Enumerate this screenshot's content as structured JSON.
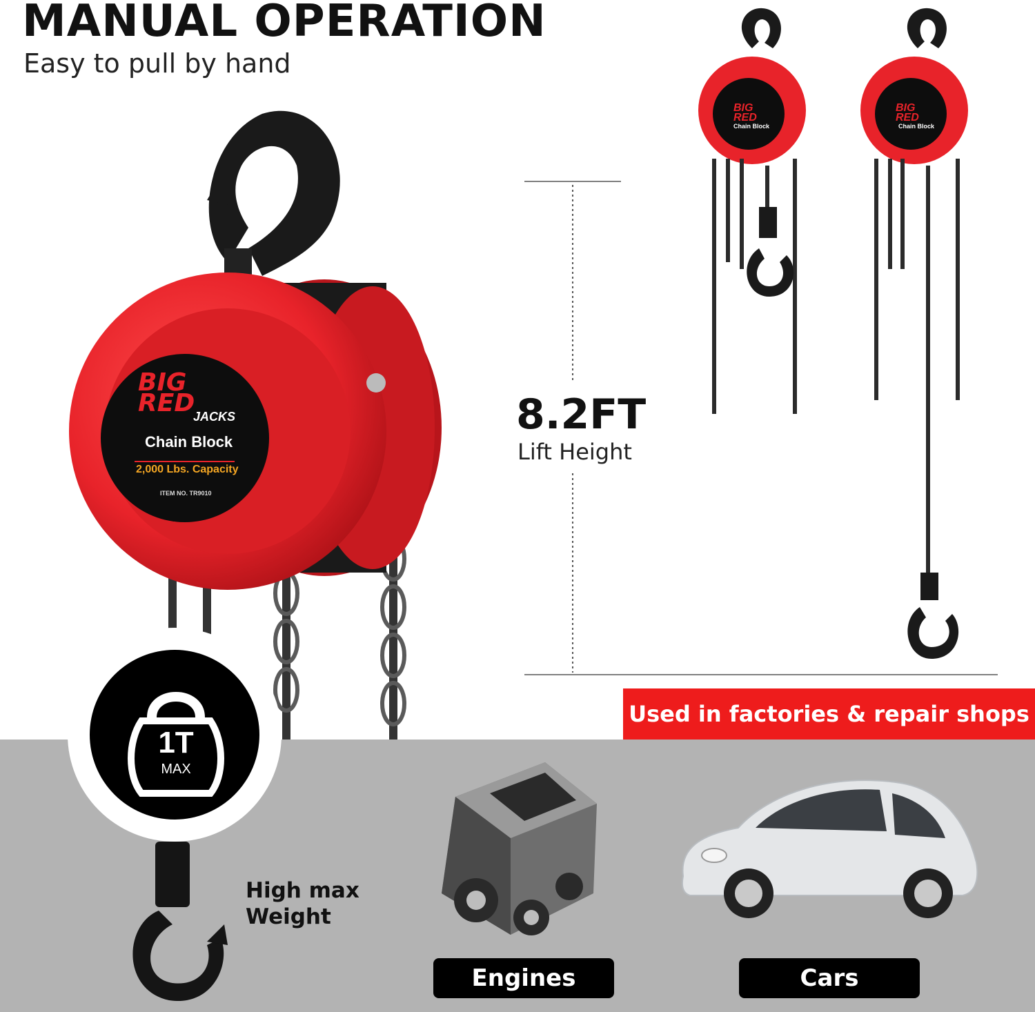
{
  "header": {
    "title": "MANUAL OPERATION",
    "subtitle": "Easy to pull by hand"
  },
  "lift": {
    "value": "8.2FT",
    "label": "Lift Height"
  },
  "usage_banner": "Used in factories & repair shops",
  "capacity_badge": {
    "value": "1T",
    "unit": "MAX"
  },
  "weight_caption": {
    "line1": "High max",
    "line2": "Weight"
  },
  "applications": {
    "engines": "Engines",
    "cars": "Cars"
  },
  "label_plate": {
    "brand_line1": "BIG",
    "brand_line2": "RED",
    "brand_line3": "JACKS",
    "product": "Chain Block",
    "capacity": "2,000 Lbs. Capacity",
    "item": "ITEM NO. TR9010"
  },
  "colors": {
    "brand_red": "#ee1c1c",
    "hoist_red": "#e8232a",
    "band_gray": "#b3b3b3"
  }
}
